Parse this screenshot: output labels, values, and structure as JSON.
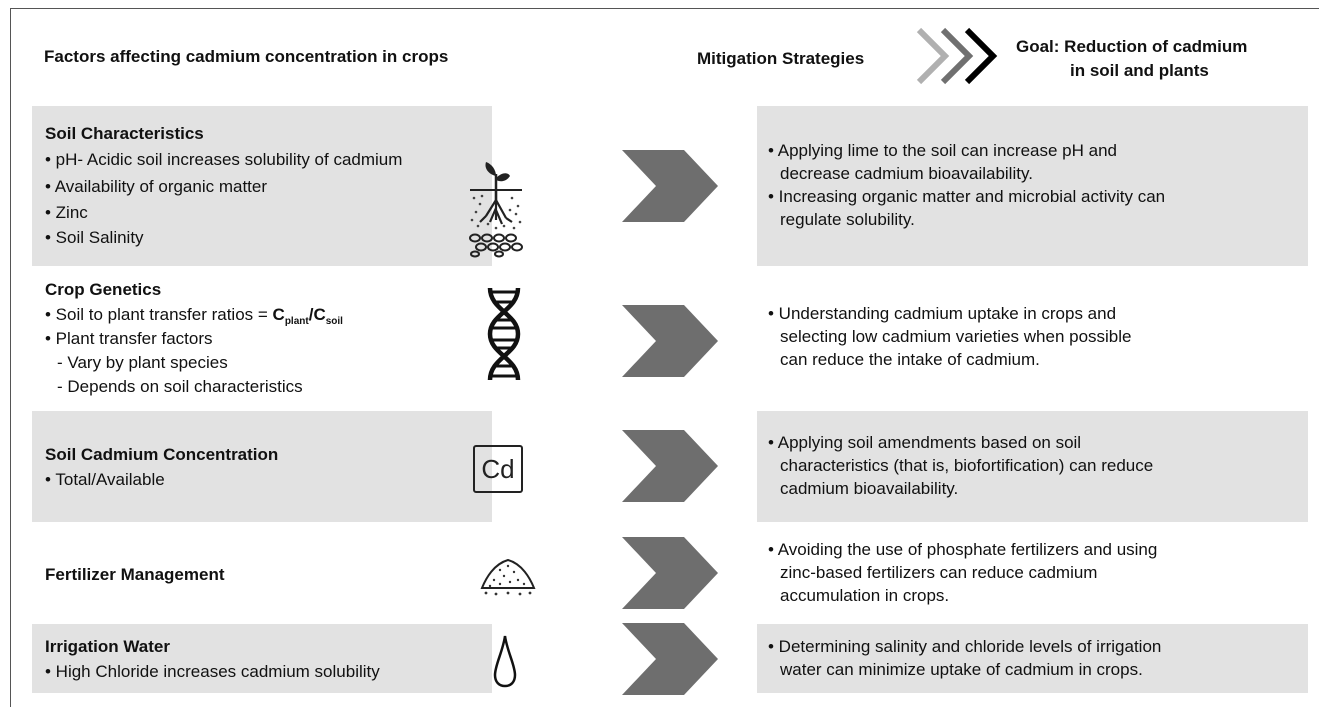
{
  "header": {
    "left_title": "Factors affecting cadmium concentration in crops",
    "mitigation_title": "Mitigation Strategies",
    "goal_line1": "Goal:  Reduction of cadmium",
    "goal_line2": "in soil and plants"
  },
  "factors": [
    {
      "title": "Soil Characteristics",
      "bullets": [
        "• pH- Acidic soil increases solubility of cadmium",
        "• Availability of organic matter",
        "• Zinc",
        "• Soil Salinity"
      ],
      "icon": "soil-sprout-icon"
    },
    {
      "title": "Crop Genetics",
      "bullet1_prefix": "• Soil to plant transfer ratios = ",
      "ratio_c1": "C",
      "ratio_sub1": "plant",
      "ratio_slash": "/",
      "ratio_c2": "C",
      "ratio_sub2": "soil",
      "bullet2": "• Plant transfer factors",
      "sub1": "- Vary by plant species",
      "sub2": "- Depends on soil characteristics",
      "icon": "dna-icon"
    },
    {
      "title": "Soil Cadmium Concentration",
      "bullets": [
        "• Total/Available"
      ],
      "icon_text": "Cd",
      "icon": "cadmium-element-icon"
    },
    {
      "title": "Fertilizer Management",
      "icon": "fertilizer-pile-icon"
    },
    {
      "title": "Irrigation Water",
      "bullets": [
        "• High Chloride increases cadmium solubility"
      ],
      "icon": "water-drop-icon"
    }
  ],
  "strategies": [
    {
      "lines": [
        "• Applying lime to the soil can increase pH and",
        "decrease cadmium bioavailability.",
        "• Increasing organic matter and microbial activity can",
        "regulate solubility."
      ]
    },
    {
      "lines": [
        "• Understanding cadmium uptake in crops and",
        "selecting low cadmium varieties when possible",
        "can reduce the intake of cadmium."
      ]
    },
    {
      "lines": [
        "• Applying soil amendments based on soil",
        "characteristics (that is, biofortification) can reduce",
        "cadmium bioavailability."
      ]
    },
    {
      "lines": [
        "• Avoiding the use of phosphate fertilizers and using",
        "zinc-based fertilizers can reduce cadmium",
        "accumulation in crops."
      ]
    },
    {
      "lines": [
        "• Determining salinity and chloride levels of irrigation",
        "water can minimize uptake of cadmium in crops."
      ]
    }
  ],
  "colors": {
    "box": "#e2e2e2",
    "arrow": "#6e6e6e",
    "chevron_light": "#b0b0b0",
    "chevron_mid": "#707070",
    "chevron_dark": "#000000"
  }
}
